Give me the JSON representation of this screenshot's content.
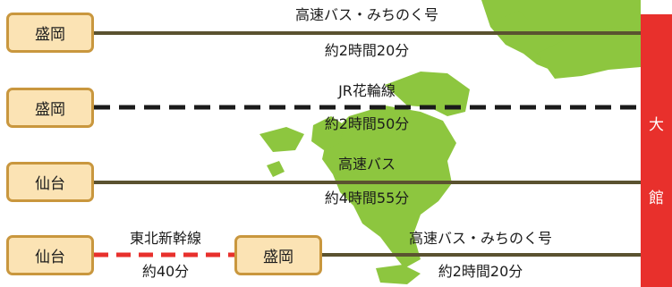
{
  "colors": {
    "land": "#8dc63f",
    "solid_line": "#5a5230",
    "dashed_line": "#1a1a1a",
    "shinkansen_line": "#e8302c",
    "destination": "#e8302c",
    "station_fill": "#fbe3b4",
    "station_border": "#c9973e"
  },
  "destination": {
    "chars": [
      "大",
      "館"
    ]
  },
  "routes": [
    {
      "from": "盛岡",
      "mode": "高速バス・みちのく号",
      "time": "約2時間20分",
      "line_style": "solid"
    },
    {
      "from": "盛岡",
      "mode": "JR花輪線",
      "time": "約2時間50分",
      "line_style": "dashed"
    },
    {
      "from": "仙台",
      "mode": "高速バス",
      "time": "約4時間55分",
      "line_style": "solid"
    },
    {
      "from": "仙台",
      "mode": "東北新幹線",
      "time": "約40分",
      "line_style": "red-dashed",
      "via": "盛岡",
      "mode2": "高速バス・みちのく号",
      "time2": "約2時間20分"
    }
  ]
}
